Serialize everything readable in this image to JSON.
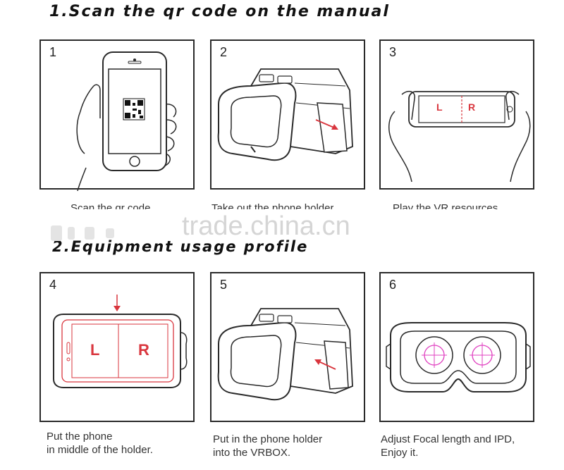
{
  "section1": {
    "title": "1.Scan the qr code on the manual"
  },
  "section2": {
    "title": "2.Equipment usage profile"
  },
  "steps": [
    {
      "num": "1",
      "caption": "Scan the qr code"
    },
    {
      "num": "2",
      "caption": "Take out the phone holder"
    },
    {
      "num": "3",
      "caption": "Play the VR resources"
    },
    {
      "num": "4",
      "caption_line1": "Put the phone",
      "caption_line2": "in middle of the holder."
    },
    {
      "num": "5",
      "caption_line1": "Put in the phone holder",
      "caption_line2": "into the VRBOX."
    },
    {
      "num": "6",
      "caption_line1": "Adjust Focal length and IPD,",
      "caption_line2": "Enjoy it."
    }
  ],
  "screen_labels": {
    "left": "L",
    "right": "R"
  },
  "watermark": {
    "text": "trade.china.cn"
  },
  "colors": {
    "accent_red": "#d9363e",
    "lens_pink": "#e040c0",
    "line": "#2a2a2a"
  }
}
